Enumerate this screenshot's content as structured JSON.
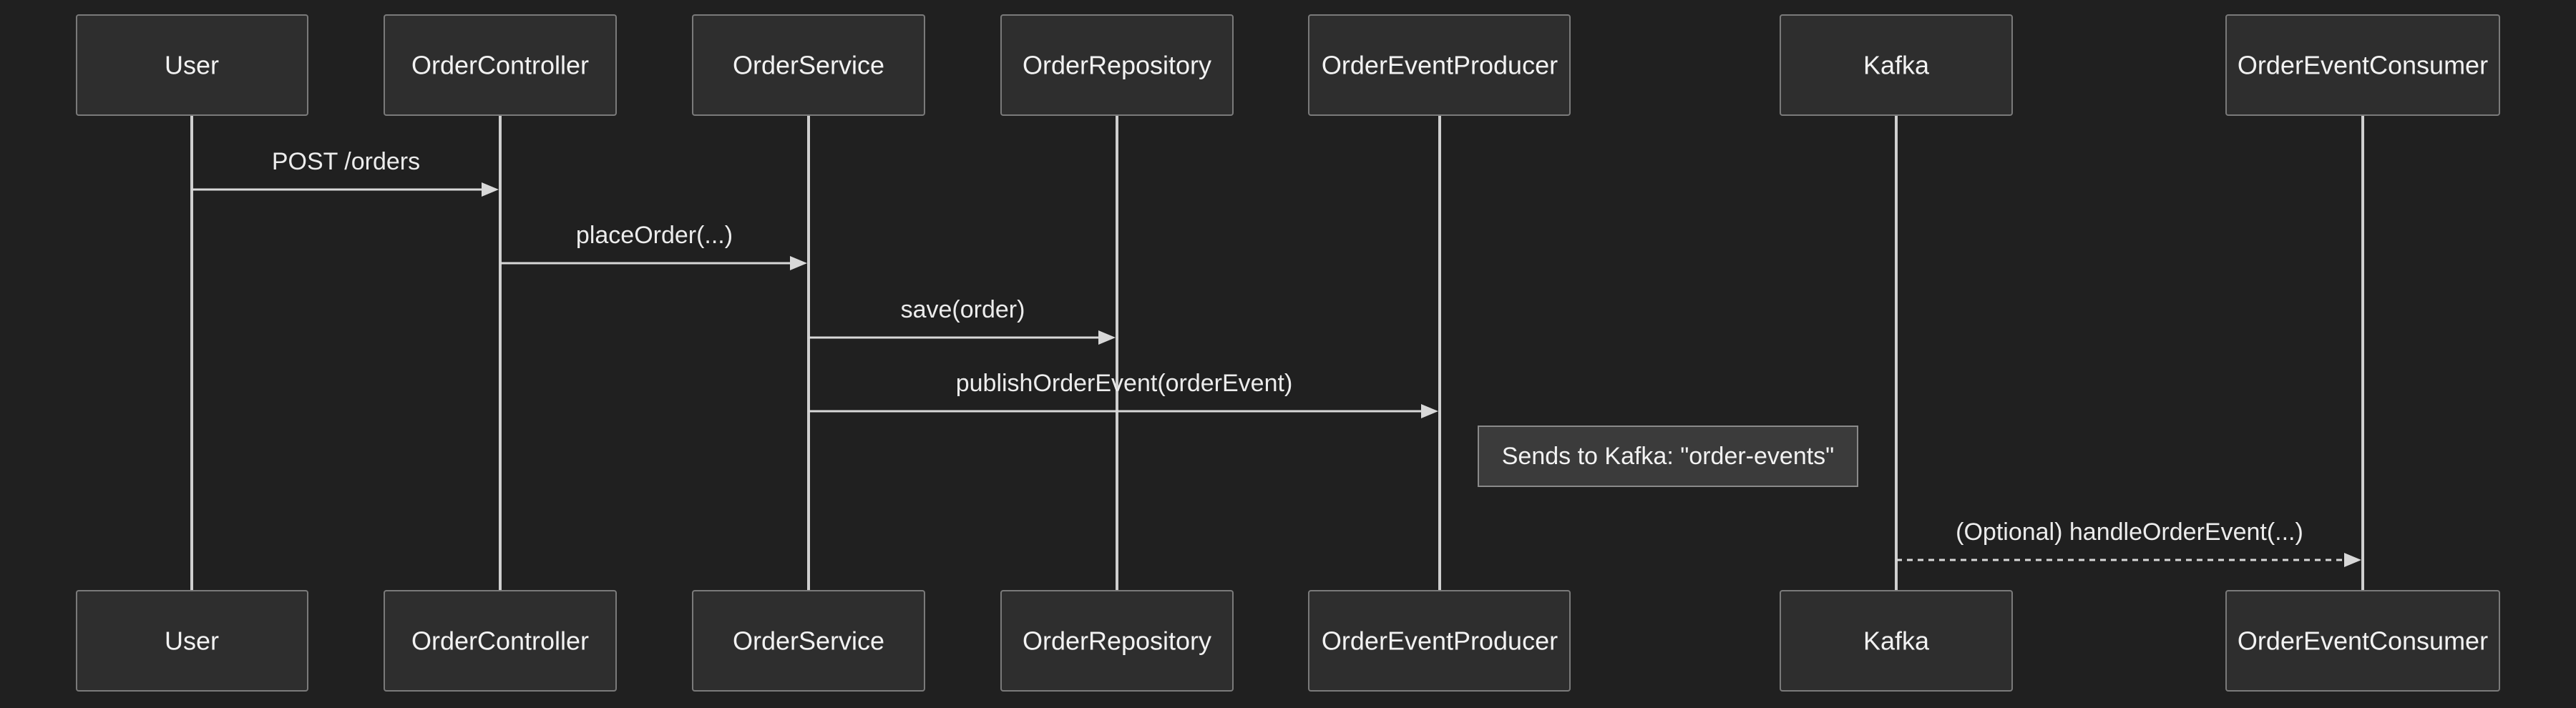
{
  "participants": [
    {
      "id": "user",
      "label": "User"
    },
    {
      "id": "controller",
      "label": "OrderController"
    },
    {
      "id": "service",
      "label": "OrderService"
    },
    {
      "id": "repository",
      "label": "OrderRepository"
    },
    {
      "id": "producer",
      "label": "OrderEventProducer"
    },
    {
      "id": "kafka",
      "label": "Kafka"
    },
    {
      "id": "consumer",
      "label": "OrderEventConsumer"
    }
  ],
  "messages": [
    {
      "from": "user",
      "to": "controller",
      "label": "POST /orders",
      "style": "solid"
    },
    {
      "from": "controller",
      "to": "service",
      "label": "placeOrder(...)",
      "style": "solid"
    },
    {
      "from": "service",
      "to": "repository",
      "label": "save(order)",
      "style": "solid"
    },
    {
      "from": "service",
      "to": "producer",
      "label": "publishOrderEvent(orderEvent)",
      "style": "solid"
    },
    {
      "from": "kafka",
      "to": "consumer",
      "label": "(Optional) handleOrderEvent(...)",
      "style": "dashed"
    }
  ],
  "notes": [
    {
      "right_of": "producer",
      "label": "Sends to Kafka: \"order-events\""
    }
  ]
}
